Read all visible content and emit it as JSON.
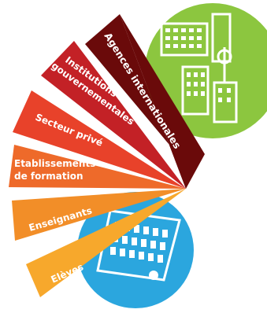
{
  "diagram": {
    "segments": [
      {
        "id": "eleves",
        "lines": [
          "Elèves"
        ],
        "color": "#F7A82C"
      },
      {
        "id": "enseignants",
        "lines": [
          "Enseignants"
        ],
        "color": "#F28E28"
      },
      {
        "id": "etablissements",
        "lines": [
          "Etablissements",
          "de formation"
        ],
        "color": "#EE6A2A"
      },
      {
        "id": "secteur-prive",
        "lines": [
          "Secteur privé"
        ],
        "color": "#E8422A"
      },
      {
        "id": "institutions",
        "lines": [
          "Institutions",
          "gouvernementales"
        ],
        "color": "#C32126"
      },
      {
        "id": "agences",
        "lines": [
          "Agences internationales"
        ],
        "color": "#6A0A0A"
      }
    ],
    "icons": [
      {
        "name": "city-skyline-icon",
        "color": "#8CC63F"
      },
      {
        "name": "school-building-icon",
        "color": "#2BA6DE"
      }
    ]
  }
}
